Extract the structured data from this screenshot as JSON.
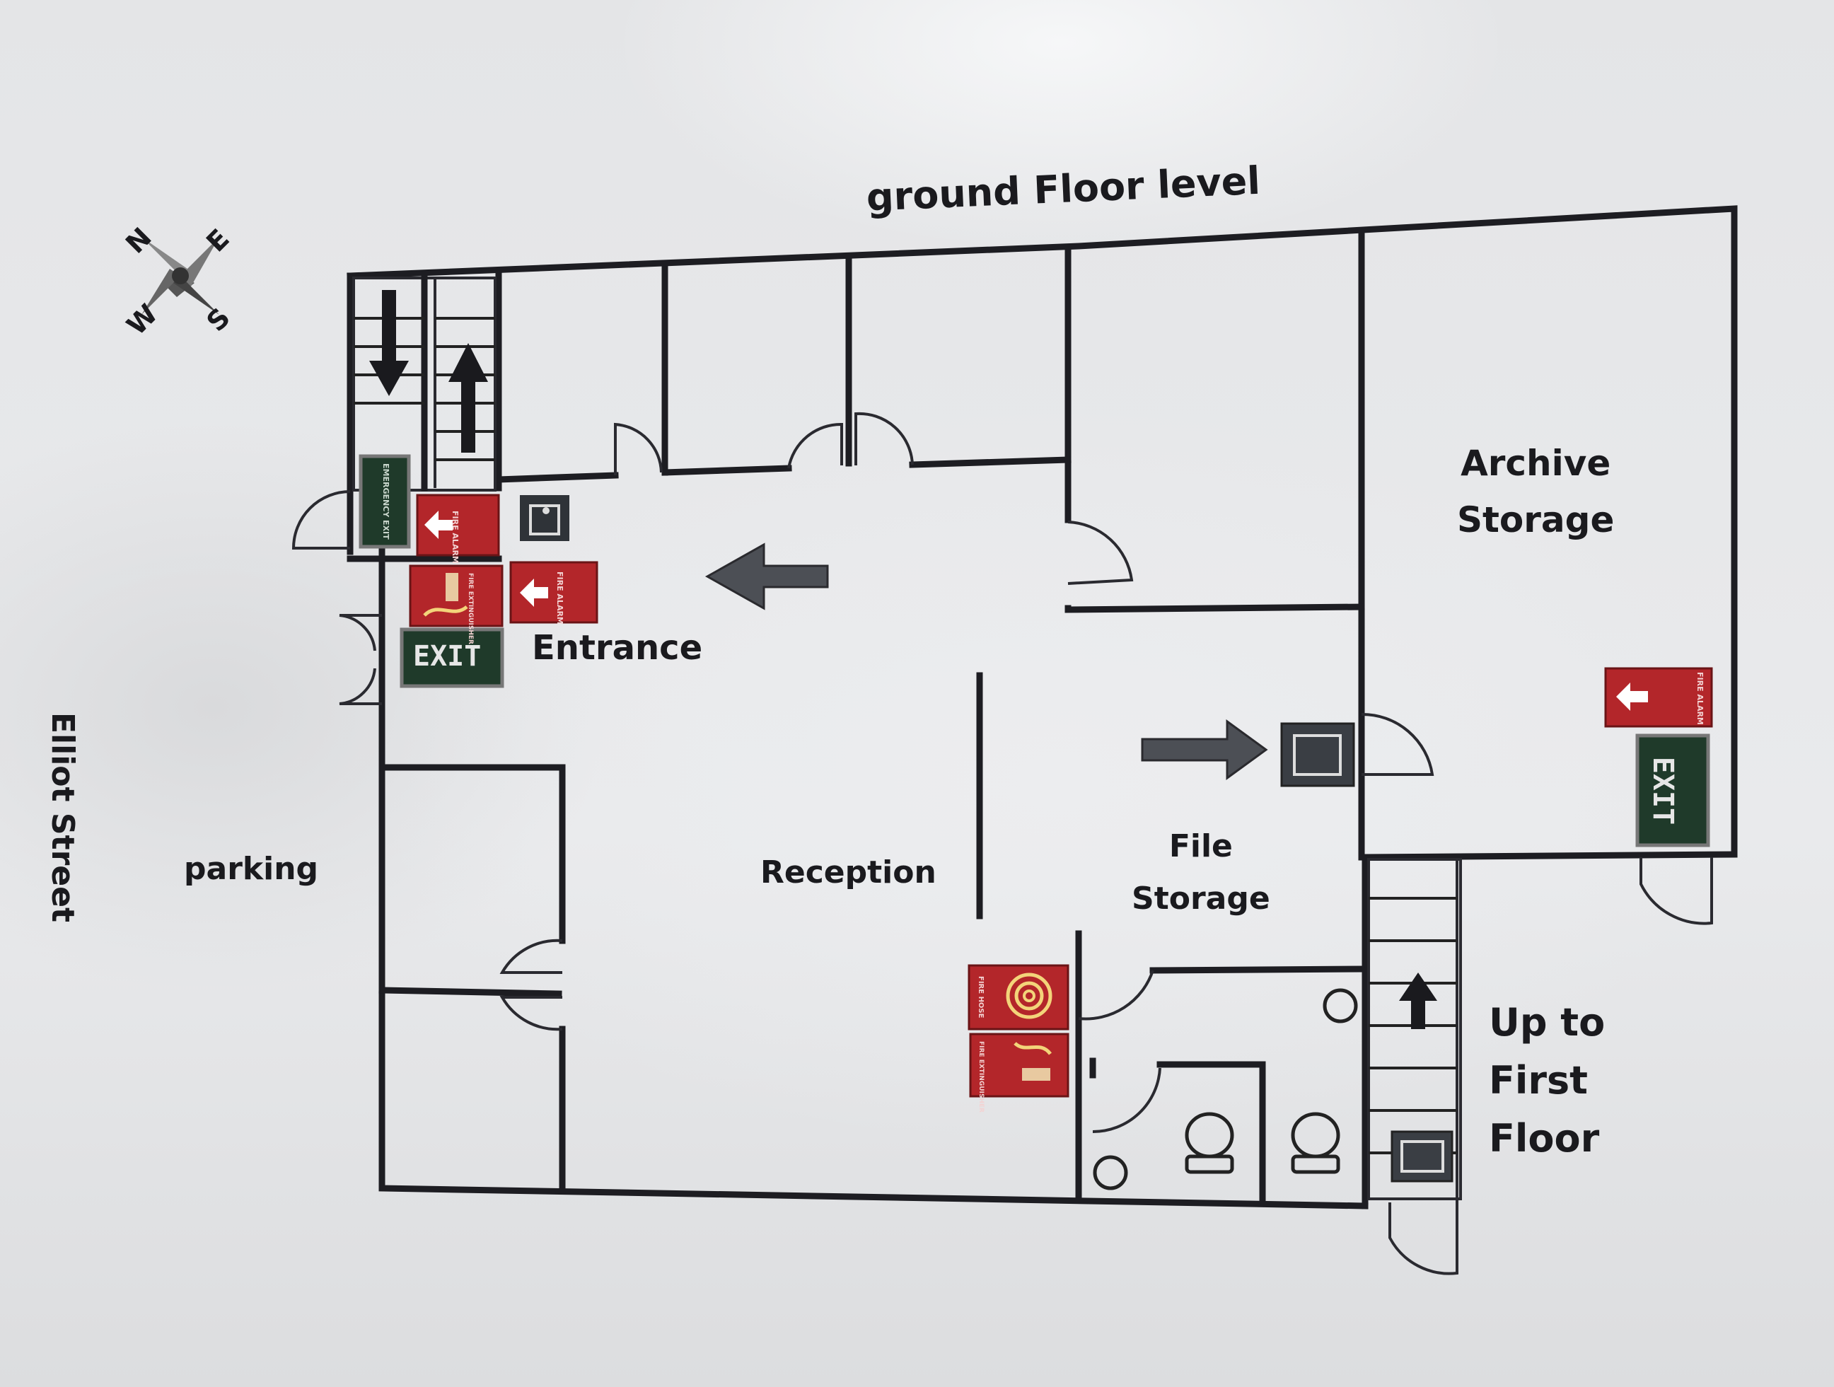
{
  "title": "ground Floor level",
  "labels": {
    "archive": "Archive\nStorage",
    "entrance": "Entrance",
    "reception": "Reception",
    "file": "File\nStorage",
    "parking": "parking",
    "street": "Elliot Street",
    "upstairs": "Up to\nFirst\nFloor"
  },
  "compass": {
    "n": "N",
    "e": "E",
    "s": "S",
    "w": "W"
  },
  "signs": {
    "exit": "EXIT",
    "fire_alarm": "FIRE ALARM",
    "fire_hose": "FIRE HOSE",
    "extinguisher": "FIRE EXTINGUISHER",
    "emergency": "EMERGENCY EXIT"
  },
  "icons": [
    "compass-icon",
    "arrow-left-icon",
    "arrow-right-icon",
    "arrow-up-icon",
    "arrow-down-icon",
    "exit-running-man-icon",
    "fire-alarm-sign-icon",
    "fire-hose-sign-icon",
    "fire-extinguisher-sign-icon",
    "exit-sign-icon",
    "toilet-icon"
  ],
  "colors": {
    "wall": "#1d1d22",
    "fire_red": "#b3262a",
    "exit_green": "#1f3a2a"
  }
}
